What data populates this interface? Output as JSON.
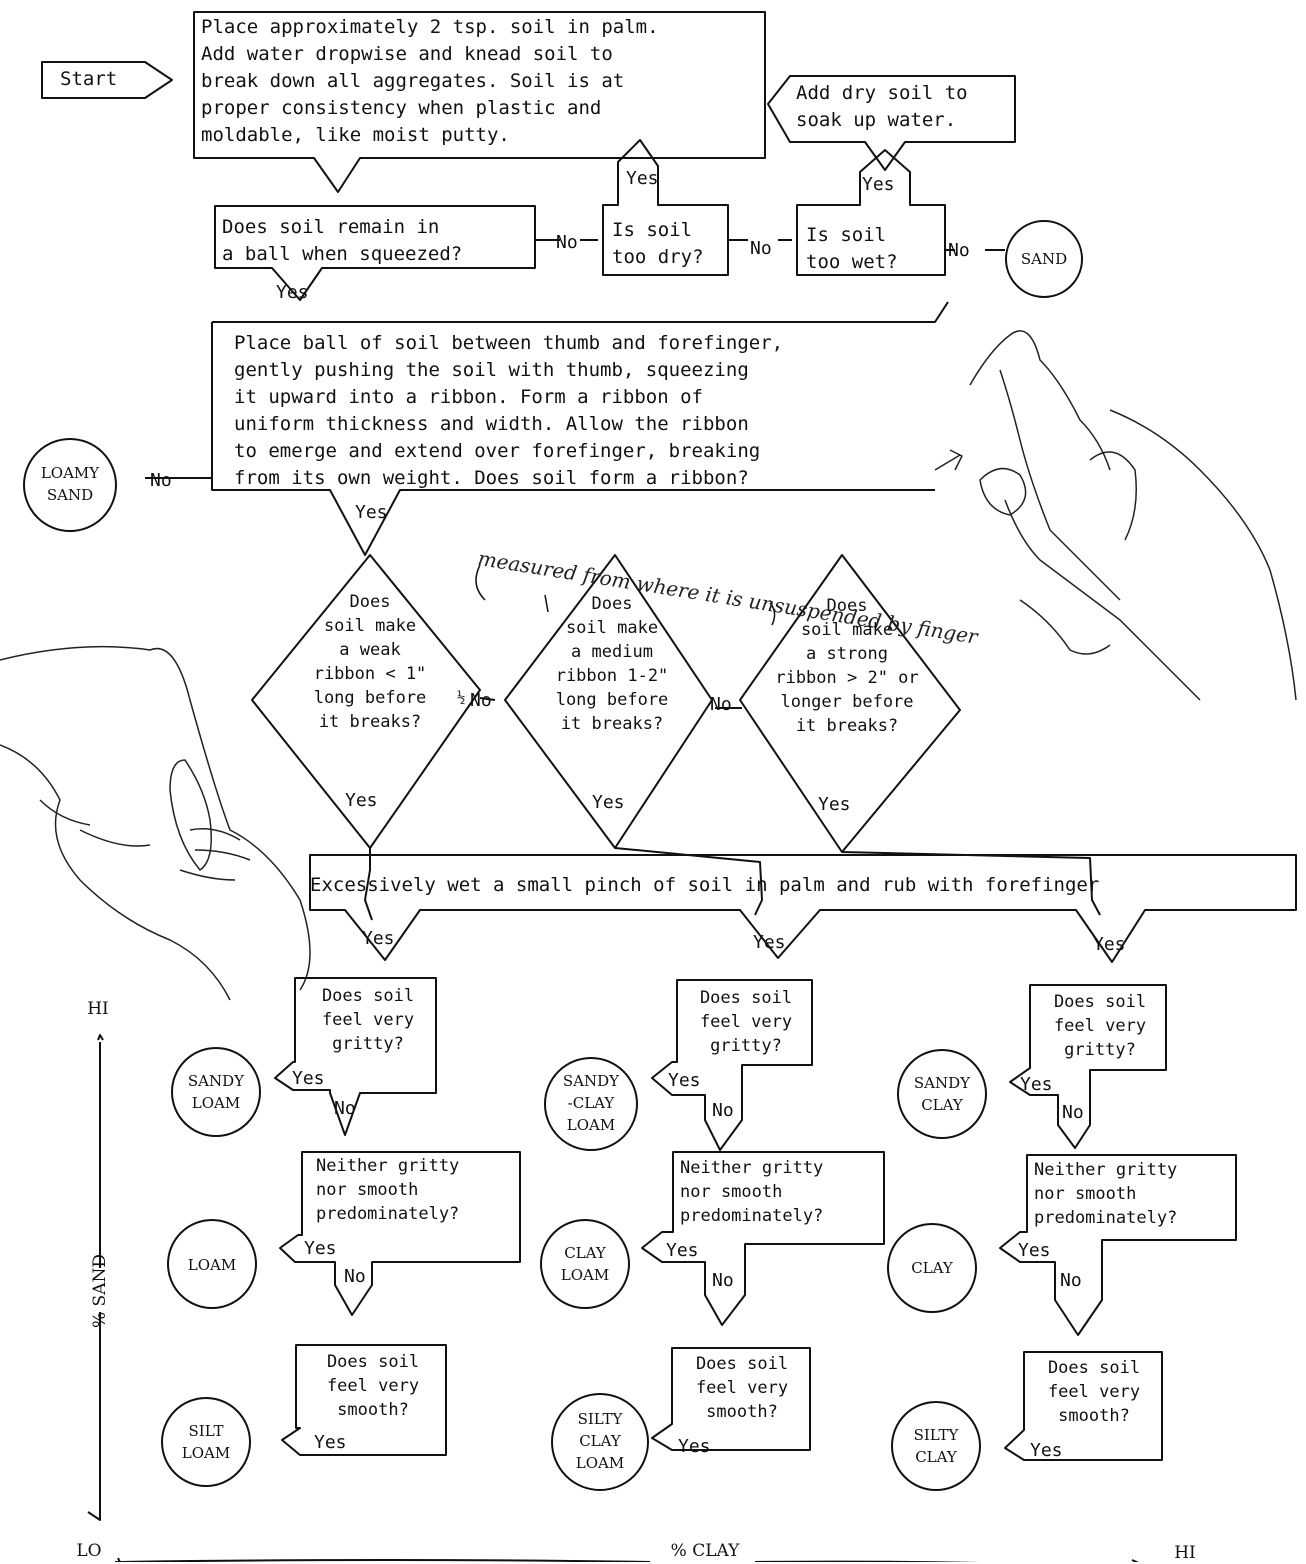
{
  "start": "Start",
  "step1": "Place approximately 2 tsp. soil in palm.\nAdd water dropwise and knead soil to\nbreak down all aggregates.  Soil is at\nproper consistency when plastic and\nmoldable, like moist putty.",
  "add_dry": "Add dry soil to\nsoak up water.",
  "q_ball": "Does soil remain in\na ball when squeezed?",
  "q_dry": "Is soil\ntoo dry?",
  "q_wet": "Is soil\ntoo wet?",
  "sand": "SAND",
  "step_ribbon": "Place ball of soil between thumb and forefinger,\ngently pushing the soil with thumb, squeezing\nit upward into a ribbon.  Form a ribbon of\nuniform thickness and width.  Allow the ribbon\nto emerge and extend over forefinger, breaking\nfrom its own weight.  Does soil form a ribbon?",
  "loamy_sand": "LOAMY\nSAND",
  "note": "measured from where it is unsuspended by finger",
  "q_weak": "Does\nsoil make\na weak\nribbon < 1\"\nlong before\nit breaks?",
  "q_medium": "Does\nsoil make\na medium\nribbon 1-2\"\nlong before\nit breaks?",
  "q_strong": "Does\nsoil make\na strong\nribbon > 2\" or\nlonger before\nit breaks?",
  "step_wet": "Excessively wet a small pinch of soil in palm and rub with forefinger",
  "q_gritty": "Does soil\nfeel very\ngritty?",
  "q_neither": "Neither gritty\nnor smooth\npredominately?",
  "q_smooth": "Does soil\nfeel very\nsmooth?",
  "yes": "Yes",
  "no": "No",
  "half": "½",
  "col1": {
    "gritty": "SANDY\nLOAM",
    "neither": "LOAM",
    "smooth": "SILT\nLOAM"
  },
  "col2": {
    "gritty": "SANDY\n-CLAY\nLOAM",
    "neither": "CLAY\nLOAM",
    "smooth": "SILTY\nCLAY\nLOAM"
  },
  "col3": {
    "gritty": "SANDY\nCLAY",
    "neither": "CLAY",
    "smooth": "SILTY\nCLAY"
  },
  "axis": {
    "hi_top": "HI",
    "lo": "LO",
    "hi_right": "HI",
    "sand": "% SAND",
    "clay": "% CLAY"
  }
}
